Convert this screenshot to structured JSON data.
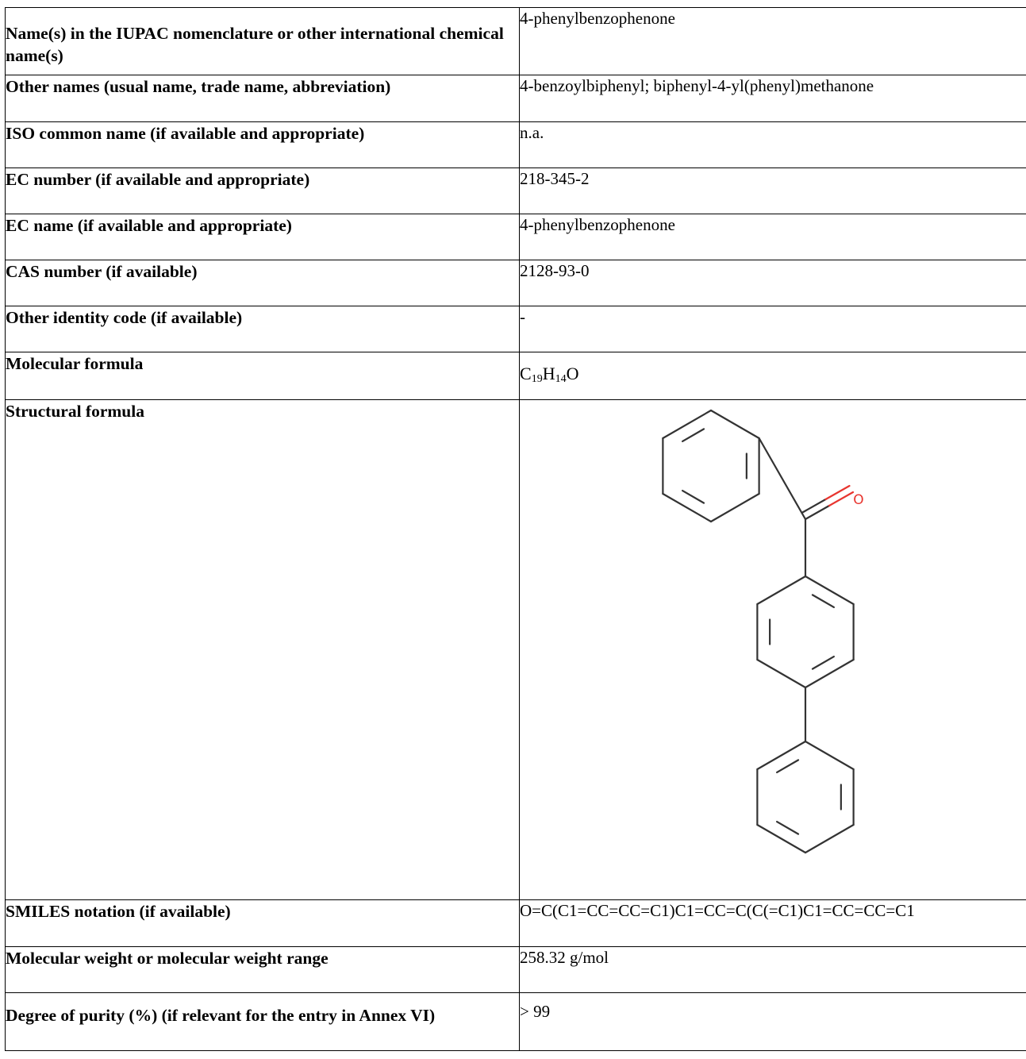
{
  "rows": [
    {
      "label": "Name(s) in the IUPAC nomenclature or other international chemical name(s)",
      "value": "4-phenylbenzophenone"
    },
    {
      "label": "Other names (usual name, trade name, abbreviation)",
      "value": "4-benzoylbiphenyl; biphenyl-4-yl(phenyl)methanone"
    },
    {
      "label": "ISO common name (if available and appropriate)",
      "value": "n.a."
    },
    {
      "label": "EC number (if available and appropriate)",
      "value": "218-345-2"
    },
    {
      "label": "EC name (if available and appropriate)",
      "value": "4-phenylbenzophenone"
    },
    {
      "label": "CAS number (if available)",
      "value": "2128-93-0"
    },
    {
      "label": "Other identity code (if available)",
      "value": "-"
    },
    {
      "label": "Molecular formula",
      "formula": {
        "c": "C",
        "c_count": "19",
        "h": "H",
        "h_count": "14",
        "o": "O"
      }
    },
    {
      "label": "Structural formula",
      "atom_label": "O",
      "bond_color": "#333333",
      "oxygen_color": "#e8352f"
    },
    {
      "label": "SMILES notation (if available)",
      "value": "O=C(C1=CC=CC=C1)C1=CC=C(C(=C1)C1=CC=CC=C1"
    },
    {
      "label": "Molecular weight or molecular weight range",
      "value": "258.32 g/mol"
    },
    {
      "label": "Degree of purity (%) (if relevant for the entry in Annex VI)",
      "value": "> 99"
    }
  ]
}
